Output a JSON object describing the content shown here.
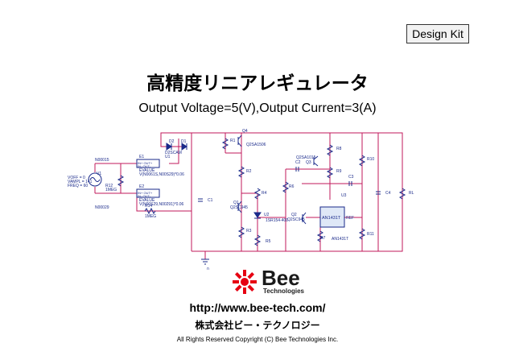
{
  "badge": "Design Kit",
  "title": "高精度リニアレギュレータ",
  "subtitle": "Output Voltage=5(V),Output Current=3(A)",
  "schematic": {
    "labels": {
      "q4": "Q4",
      "q4_part": "Q2SA1506",
      "r1": "R1",
      "d2": "D2",
      "d1": "D1",
      "d2_part": "D2SCAM",
      "d1_ref": "U1",
      "r8": "R8",
      "r10": "R10",
      "r2": "R2",
      "r9": "R9",
      "q3_part": "Q2SA1015",
      "q3": "Q3",
      "c2": "C2",
      "c3": "C3",
      "r6": "R6",
      "r4": "R4",
      "u3": "U3",
      "c4": "C4",
      "rl": "RL",
      "c1": "C1",
      "q1": "Q1",
      "q1_part": "Q2SC945",
      "u2": "U2",
      "u2_part": "1SR154-400",
      "q2": "Q2",
      "q2_part": "Q2SC945",
      "r3": "R3",
      "r5": "R5",
      "r7": "R7",
      "r11": "R11",
      "an1431_box": "AN1431T",
      "an1431_label": "AN1431T",
      "ref": "REF",
      "ground": "0",
      "e1": "E1",
      "e2": "E2",
      "out_plus": "IN+ OUT+",
      "out_minus": "IN- OUT-",
      "evalue": "EVALUE",
      "expr": "V(N0061S,N00S29)*0.06",
      "expr2": "V(N00S29,N00291)*0.06",
      "n00015": "N00015",
      "n00029": "N00029",
      "r12": "R12",
      "r12_val": "1MEG",
      "r14": "R14",
      "r14_val": "1MEG",
      "v1": "V1",
      "voff": "VOFF = 0",
      "vampl": "VAMPL = 141",
      "freq": "FREQ = 60"
    }
  },
  "logo": {
    "word": "Bee",
    "sub": "Technologies"
  },
  "url": "http://www.bee-tech.com/",
  "company": "株式会社ビー・テクノロジー",
  "copyright": "All Rights Reserved Copyright (C) Bee Technologies Inc.",
  "colors": {
    "wire": "#c2185b",
    "part": "#1a2a8a",
    "logo_red": "#e60012"
  }
}
